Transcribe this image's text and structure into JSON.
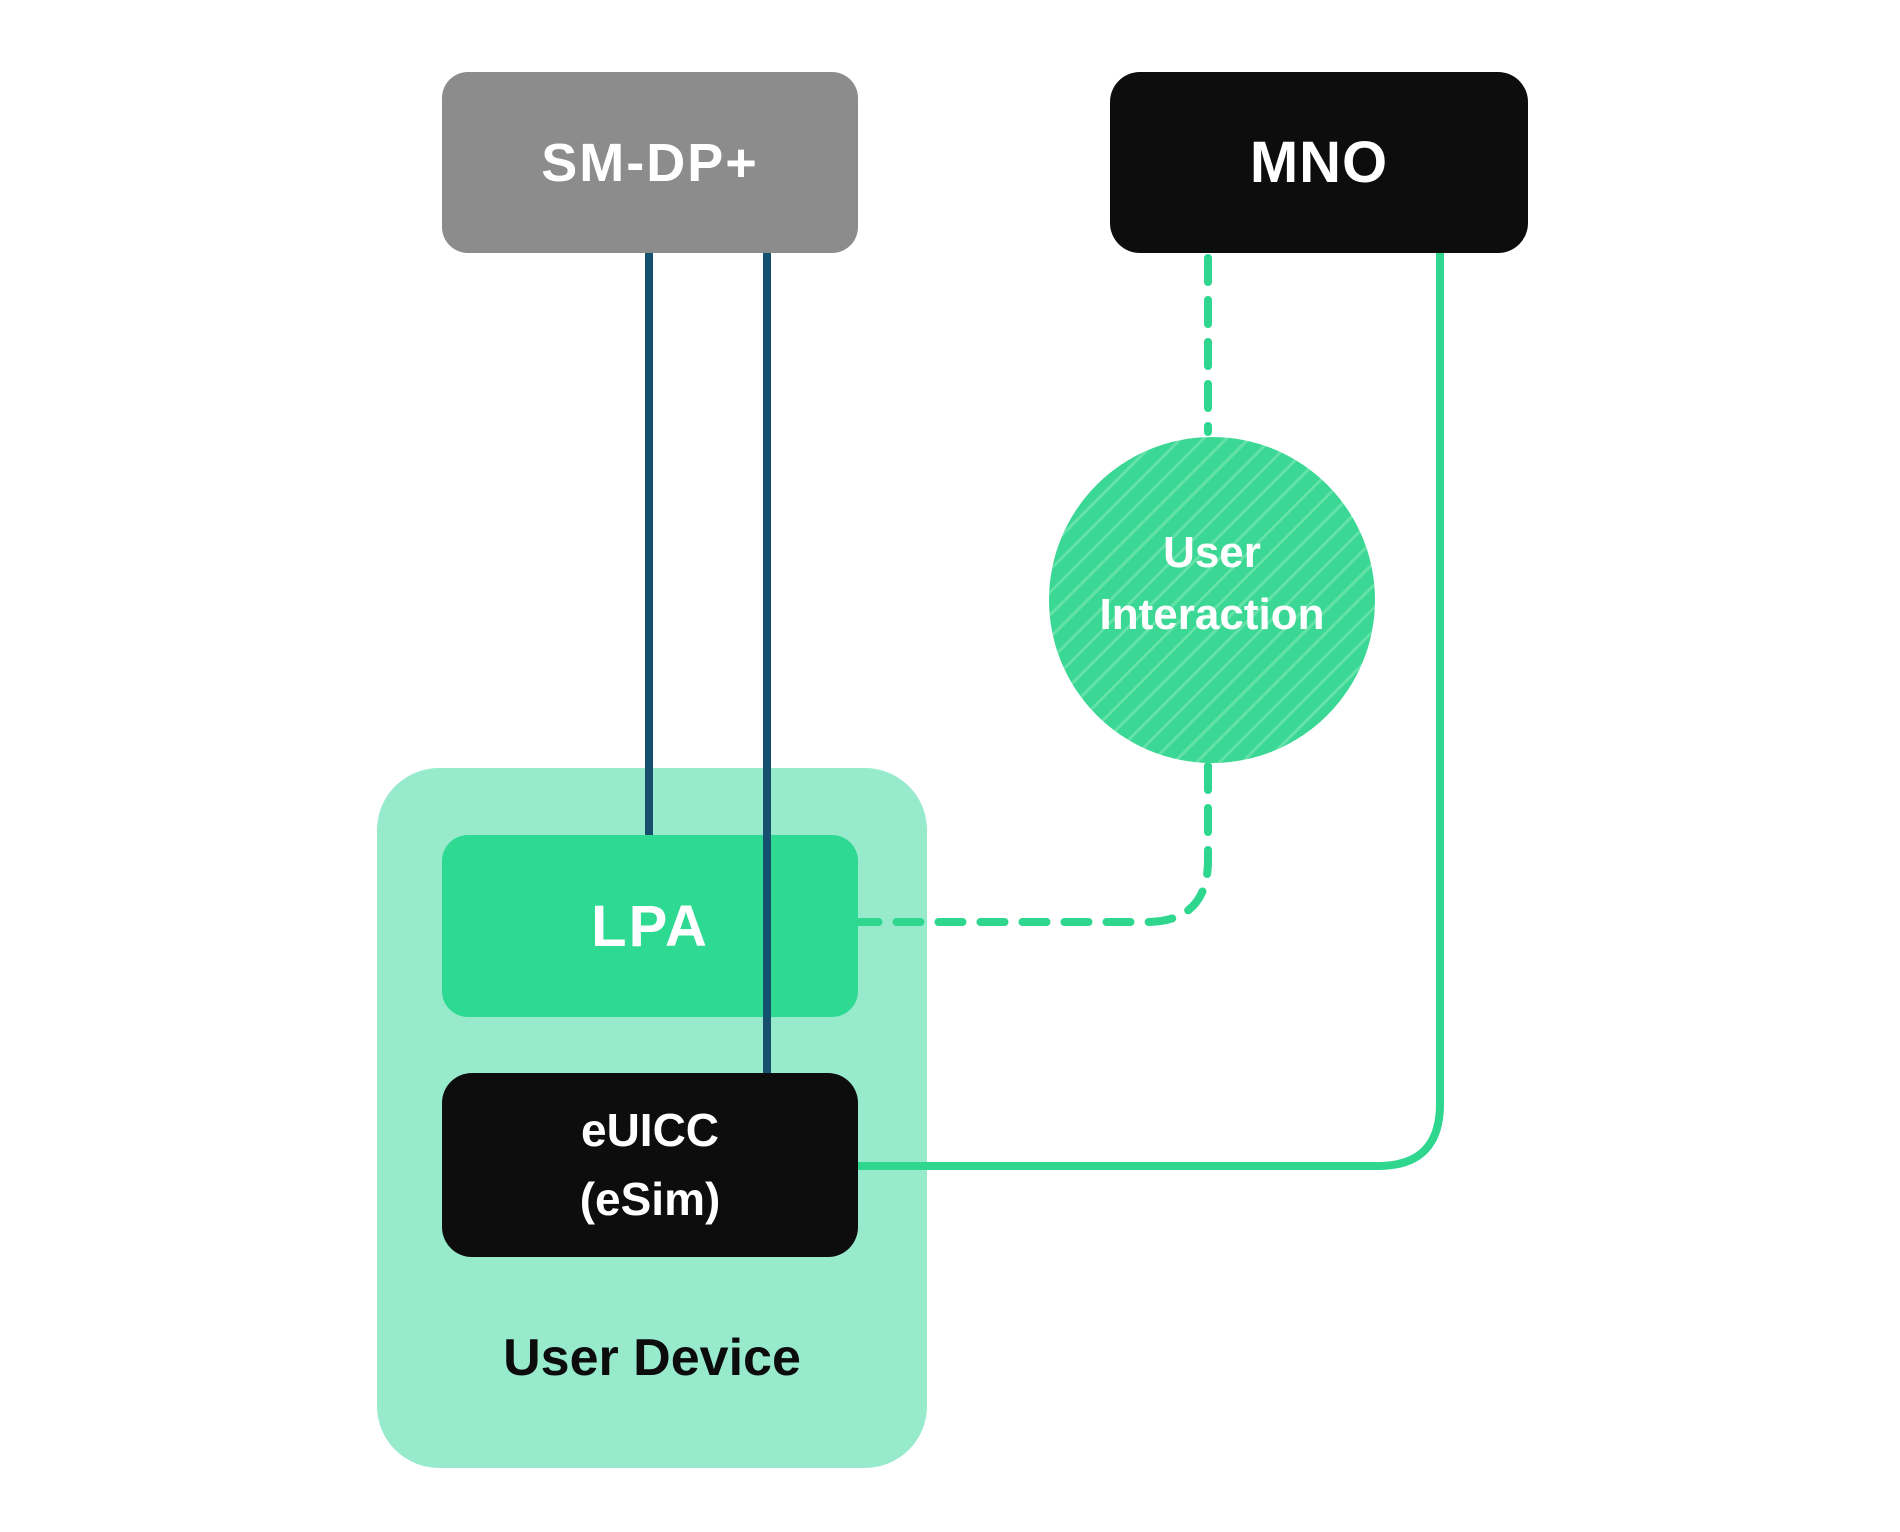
{
  "diagram": {
    "boxes": {
      "sm_dp": {
        "label": "SM-DP+"
      },
      "mno": {
        "label": "MNO"
      },
      "lpa": {
        "label": "LPA"
      },
      "euicc": {
        "label_line1": "eUICC",
        "label_line2": "(eSim)"
      },
      "user_device": {
        "label": "User Device"
      },
      "user_interaction": {
        "label_line1": "User",
        "label_line2": "Interaction"
      }
    },
    "colors": {
      "navy_line": "#15506f",
      "green_line": "#2ed68e",
      "gray_box": "#8c8c8c",
      "black_box": "#0d0d0d",
      "lpa_green": "#2ed992",
      "device_light_green": "#97ebcc",
      "circle_green": "#3bd794",
      "circle_hatch_green": "#63e2a8",
      "background": "#ffffff"
    },
    "connections": [
      {
        "from": "SM-DP+",
        "to": "LPA",
        "style": "solid"
      },
      {
        "from": "SM-DP+",
        "to": "eUICC (eSim)",
        "style": "solid"
      },
      {
        "from": "MNO",
        "to": "User Interaction",
        "style": "dashed"
      },
      {
        "from": "User Interaction",
        "to": "LPA",
        "style": "dashed"
      },
      {
        "from": "MNO",
        "to": "eUICC (eSim)",
        "style": "solid"
      }
    ]
  }
}
